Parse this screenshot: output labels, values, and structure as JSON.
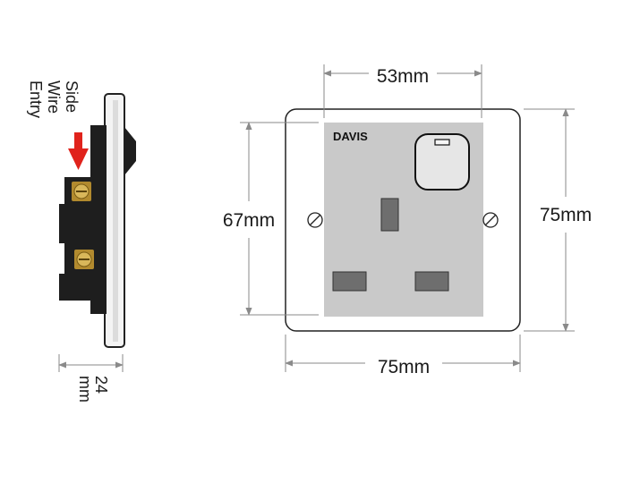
{
  "side_view": {
    "label_lines": [
      "Side",
      "Wire",
      "Entry"
    ],
    "depth_label": "24\nmm",
    "arrow_color": "#e0231c"
  },
  "front_view": {
    "brand": "DAVIS",
    "width_inner": "53mm",
    "height_inner": "67mm",
    "width_outer": "75mm",
    "height_outer": "75mm"
  },
  "colors": {
    "plate": "#ffffff",
    "socket_face": "#c9c9c9",
    "pin_slot": "#6e6e6e",
    "dimension_line": "#8a8a8a"
  }
}
